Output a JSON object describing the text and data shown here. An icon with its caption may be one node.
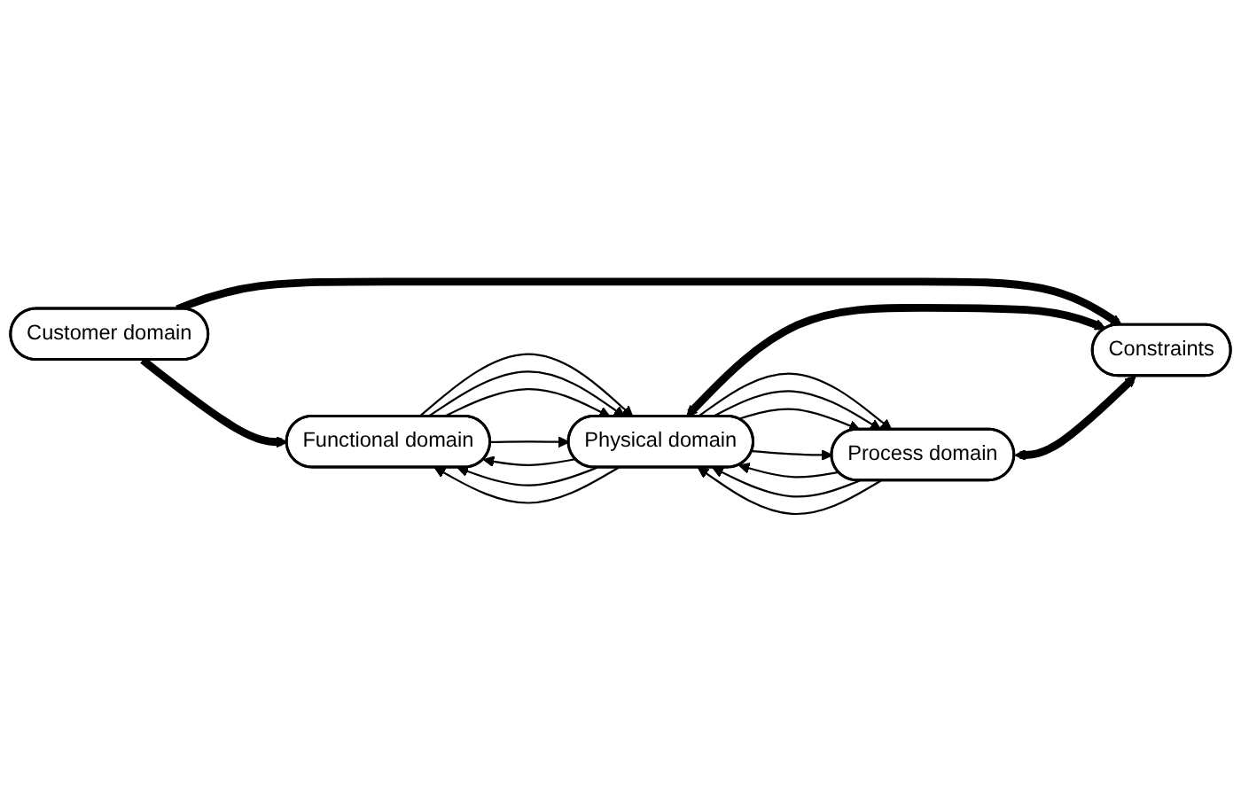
{
  "diagram": {
    "nodes": [
      {
        "text": [
          "Customer domain"
        ]
      },
      {
        "text": [
          "Functional domain"
        ]
      },
      {
        "text": [
          "Physical domain"
        ]
      },
      {
        "text": [
          "Process domain"
        ]
      },
      {
        "text": [
          "Constraints"
        ]
      }
    ],
    "edges": [
      {
        "from": 0,
        "to": 1,
        "arrow": "to",
        "style": "thick"
      },
      {
        "from": 1,
        "to": 2,
        "arrow": "to"
      },
      {
        "from": 2,
        "to": 1,
        "arrow": "to"
      },
      {
        "from": 1,
        "to": 2,
        "arrow": "to"
      },
      {
        "from": 2,
        "to": 1,
        "arrow": "to"
      },
      {
        "from": 1,
        "to": 2,
        "arrow": "to"
      },
      {
        "from": 2,
        "to": 1,
        "arrow": "to"
      },
      {
        "from": 1,
        "to": 2,
        "arrow": "to"
      },
      {
        "from": 2,
        "to": 3,
        "arrow": "to"
      },
      {
        "from": 3,
        "to": 2,
        "arrow": "to"
      },
      {
        "from": 2,
        "to": 3,
        "arrow": "to"
      },
      {
        "from": 3,
        "to": 2,
        "arrow": "to"
      },
      {
        "from": 2,
        "to": 3,
        "arrow": "to"
      },
      {
        "from": 3,
        "to": 2,
        "arrow": "to"
      },
      {
        "from": 2,
        "to": 3,
        "arrow": "to"
      },
      {
        "from": 0,
        "to": 4,
        "arrow": "to",
        "style": "thick"
      },
      {
        "from": 2,
        "to": 4,
        "arrow": "both",
        "style": "thick"
      },
      {
        "from": 3,
        "to": 4,
        "arrow": "both",
        "style": "thick"
      }
    ]
  }
}
